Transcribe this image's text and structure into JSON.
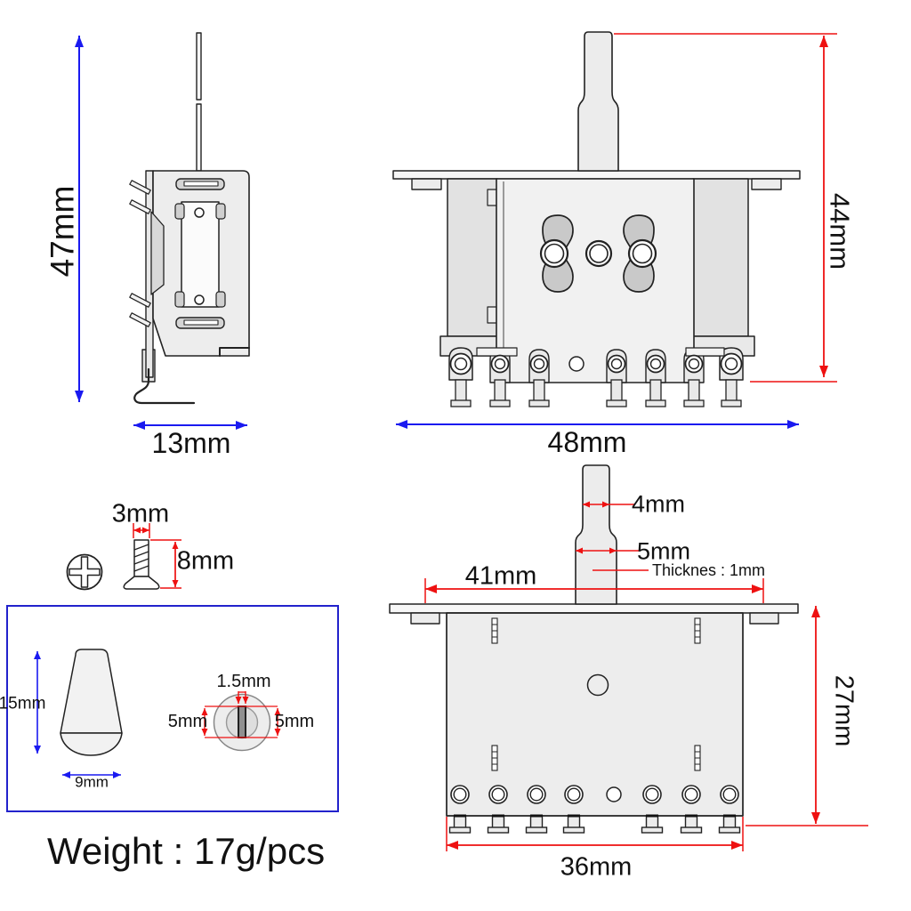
{
  "page": {
    "background": "#ffffff"
  },
  "colors": {
    "dimension_blue": "#1a1af0",
    "dimension_red": "#ee1111",
    "outline": "#222222",
    "body_fill": "#ededed"
  },
  "views": {
    "side_view": {
      "height_dim": "47mm",
      "width_dim": "13mm"
    },
    "front_view": {
      "height_dim": "44mm",
      "width_dim": "48mm"
    },
    "screw": {
      "thread_dia_dim": "3mm",
      "length_dim": "8mm"
    },
    "tip": {
      "height_dim": "15mm",
      "base_dim": "9mm",
      "slot_dim": "1.5mm",
      "side_dim_left": "5mm",
      "side_dim_right": "5mm"
    },
    "back_view": {
      "plate_dim": "41mm",
      "lever_tip_dim": "4mm",
      "lever_base_dim": "5mm",
      "lever_thickness_note": "Thicknes : 1mm",
      "height_dim": "27mm",
      "body_dim": "36mm"
    }
  },
  "weight_note": "Weight : 17g/pcs"
}
